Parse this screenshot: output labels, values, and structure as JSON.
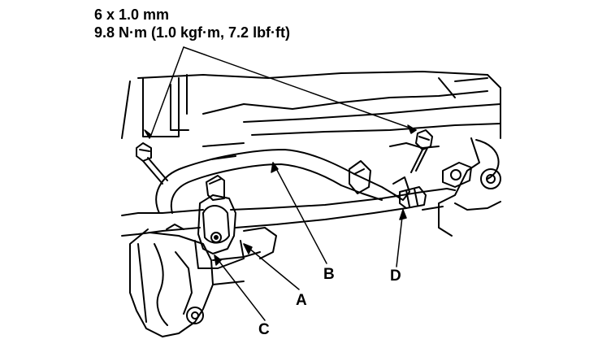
{
  "spec": {
    "bolt_size": "6 x 1.0 mm",
    "torque": "9.8 N·m (1.0 kgf·m, 7.2 lbf·ft)"
  },
  "callouts": {
    "a": "A",
    "b": "B",
    "c": "C",
    "d": "D"
  }
}
